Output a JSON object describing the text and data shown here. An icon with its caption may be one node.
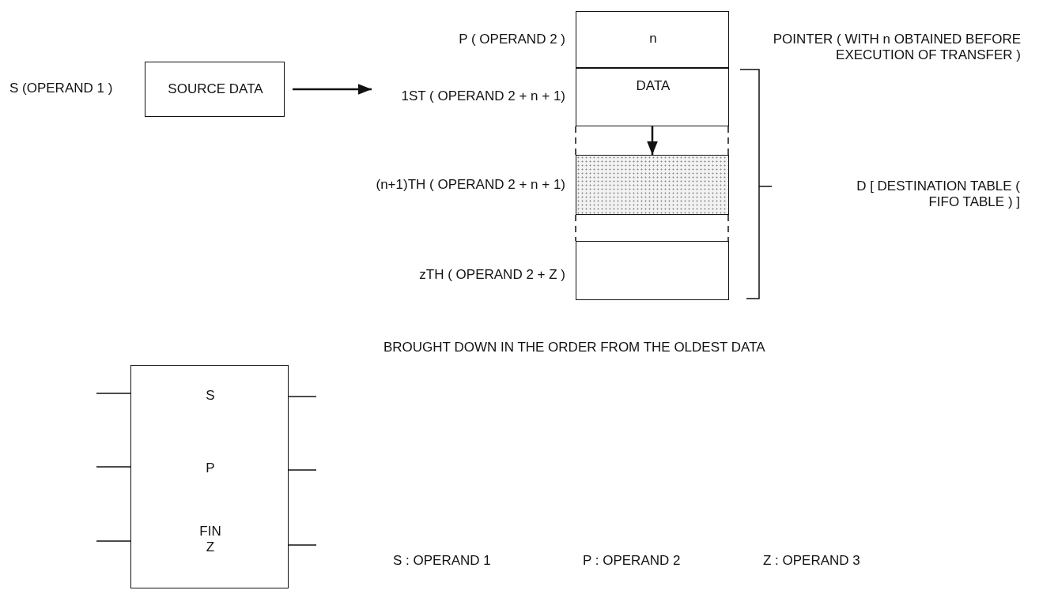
{
  "diagram": {
    "nodes": [
      {
        "text": [
          "SOURCE DATA"
        ],
        "beside": [
          "S (OPERAND 1 )"
        ]
      },
      {
        "text": [
          "n"
        ],
        "beside": [
          "P ( OPERAND 2 )",
          "POINTER ( WITH n OBTAINED BEFORE EXECUTION OF TRANSFER )"
        ]
      },
      {
        "text": [
          "DATA"
        ],
        "beside": [
          "1ST ( OPERAND 2 + n + 1)"
        ]
      },
      {
        "text": [],
        "shape": "box",
        "beside": [
          "(n+1)TH ( OPERAND 2 + n + 1)"
        ]
      },
      {
        "text": [],
        "shape": "box",
        "beside": [
          "zTH ( OPERAND 2 + Z )"
        ]
      },
      {
        "text": [
          "S",
          "P",
          "FIN Z"
        ]
      }
    ],
    "edges": [
      {
        "from": 0,
        "to": 2,
        "arrow": "to"
      },
      {
        "from": 2,
        "to": 3,
        "arrow": "to"
      }
    ],
    "labels": [
      "D [ DESTINATION TABLE ( FIFO TABLE ) ]",
      "BROUGHT DOWN IN THE ORDER FROM THE OLDEST DATA",
      "S : OPERAND 1",
      "P : OPERAND 2",
      "Z : OPERAND 3"
    ]
  }
}
